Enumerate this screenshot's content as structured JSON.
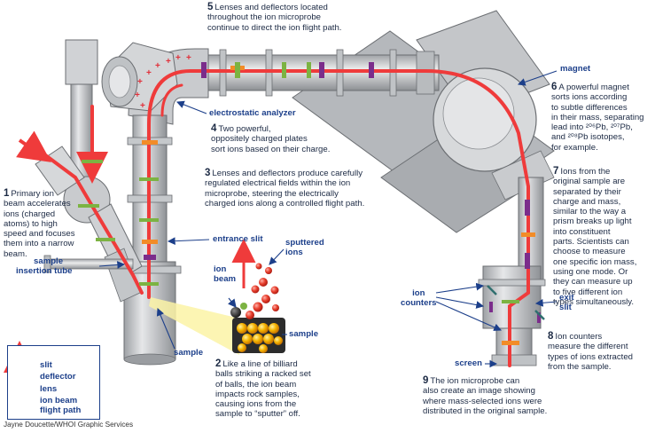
{
  "steps": [
    {
      "num": "1",
      "lines": [
        "Primary ion",
        "beam accelerates",
        "ions (charged",
        "atoms) to high",
        "speed and focuses",
        "them into a narrow",
        "beam."
      ]
    },
    {
      "num": "2",
      "lines": [
        "Like a line of billiard",
        "balls striking a racked set",
        "of balls, the ion beam",
        "impacts rock samples,",
        "causing ions from the",
        "sample to “sputter” off."
      ]
    },
    {
      "num": "3",
      "lines": [
        "Lenses and deflectors produce carefully",
        "regulated electrical fields within the ion",
        "microprobe, steering the electrically",
        "charged ions along a controlled flight path."
      ]
    },
    {
      "num": "4",
      "lines": [
        "Two powerful,",
        "oppositely charged plates",
        "sort ions based on their charge."
      ]
    },
    {
      "num": "5",
      "lines": [
        "Lenses and deflectors located",
        "throughout the ion microprobe",
        "continue to direct the ion flight path."
      ]
    },
    {
      "num": "6",
      "lines": [
        "A powerful magnet",
        "sorts ions according",
        "to subtle differences",
        "in their mass, separating",
        "lead into ²⁰⁶Pb, ²⁰⁷Pb,",
        "and ²⁰⁸Pb isotopes,",
        "for example."
      ]
    },
    {
      "num": "7",
      "lines": [
        "Ions from the",
        "original sample are",
        "separated by their",
        "charge and mass,",
        "similar to the way a",
        "prism breaks up light",
        "into constituent",
        "parts. Scientists can",
        "choose to measure",
        "one specific ion mass,",
        "using one mode. Or",
        "they can measure up",
        "to five different ion",
        "types simultaneously."
      ]
    },
    {
      "num": "8",
      "lines": [
        "Ion counters",
        "measure the different",
        "types of ions extracted",
        "from the sample."
      ]
    },
    {
      "num": "9",
      "lines": [
        "The ion microprobe can",
        "also create an image showing",
        "where mass-selected ions were",
        "distributed in the original sample."
      ]
    }
  ],
  "labels": {
    "magnet": [
      "magnet"
    ],
    "electrostatic_analyzer": [
      "electrostatic analyzer"
    ],
    "entrance_slit": [
      "entrance slit"
    ],
    "ion_beam": [
      "ion",
      "beam"
    ],
    "sputtered_ions": [
      "sputtered",
      "ions"
    ],
    "sample_tube": [
      "sample",
      "insertion tube"
    ],
    "sample_lower": [
      "sample"
    ],
    "sample_right": [
      "sample"
    ],
    "ion_counters": [
      "ion",
      "counters"
    ],
    "exit_slit": [
      "exit",
      "slit"
    ],
    "screen": [
      "screen"
    ]
  },
  "legend": {
    "slit": "slit",
    "deflector": "deflector",
    "lens": "lens",
    "flight_path": [
      "ion beam",
      "flight path"
    ]
  },
  "credit": "Jayne Doucette/WHOI Graphic Services",
  "colors": {
    "text": "#1c2a44",
    "label": "#1c3f8a",
    "beam": "#ef3b3b",
    "slit": "#f28c28",
    "deflector": "#7b2d8b",
    "lens": "#7cb342",
    "machine": "#cfd1d4",
    "machine_edge": "#6b6e72",
    "magnet_body": "#b4b7bb"
  }
}
